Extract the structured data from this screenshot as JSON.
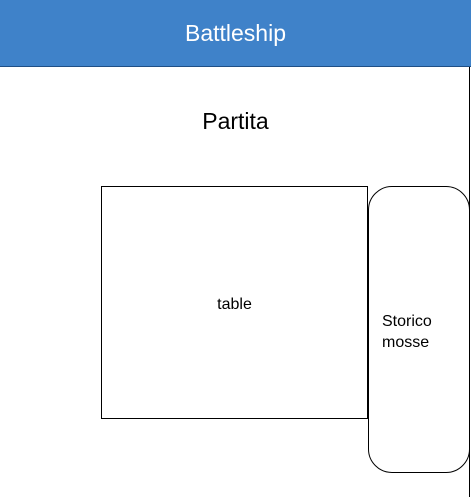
{
  "header": {
    "title": "Battleship"
  },
  "page": {
    "title": "Partita"
  },
  "table": {
    "label": "table"
  },
  "history": {
    "label": "Storico\nmosse"
  },
  "colors": {
    "header_background": "#3f82c9",
    "header_text": "#ffffff",
    "border": "#000000",
    "background": "#ffffff"
  }
}
